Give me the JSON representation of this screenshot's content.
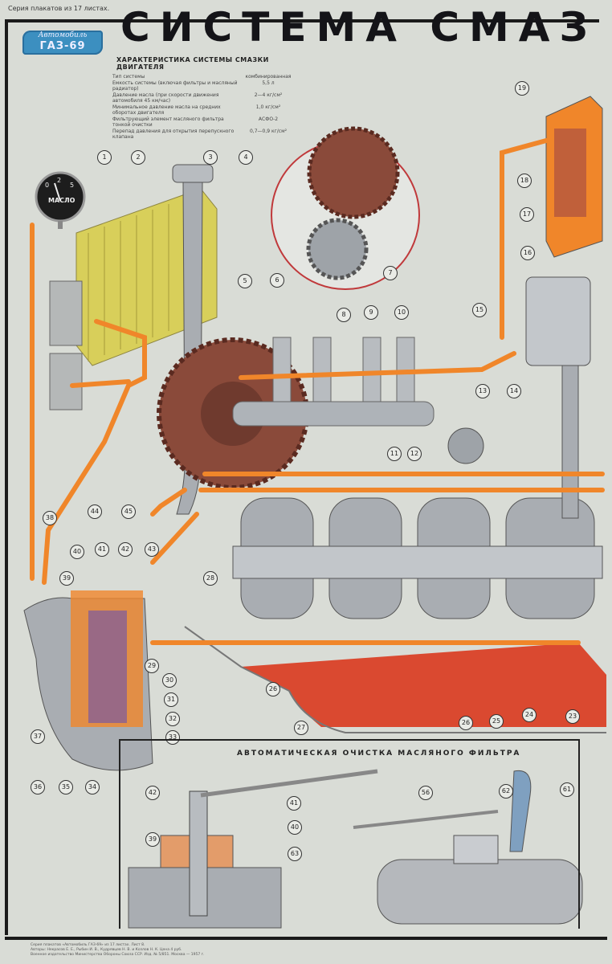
{
  "header": {
    "series": "Серия плакатов из 17 листах.",
    "title": "СИСТЕМА СМАЗ",
    "badge_script": "Автомобиль",
    "badge_model": "ГАЗ-69"
  },
  "specs": {
    "title": "ХАРАКТЕРИСТИКА СИСТЕМЫ СМАЗКИ ДВИГАТЕЛЯ",
    "rows": [
      {
        "label": "Тип системы",
        "value": "комбинированная"
      },
      {
        "label": "Емкость системы (включая фильтры и масляный радиатор)",
        "value": "5,5 л"
      },
      {
        "label": "Давление масла (при скорости движения автомобиля 45 км/час)",
        "value": "2—4 кг/см²"
      },
      {
        "label": "Минимальное давление масла на средних оборотах двигателя",
        "value": "1,0 кг/см²"
      },
      {
        "label": "Фильтрующий элемент масляного фильтра тонкой очистки",
        "value": "АСФО-2"
      },
      {
        "label": "Перепад давления для открытия перепускного клапана",
        "value": "0,7—0,9 кг/см²"
      }
    ]
  },
  "gauge": {
    "label": "МАСЛО",
    "ticks": [
      "0",
      "2",
      "5"
    ]
  },
  "callouts": [
    "1",
    "2",
    "3",
    "4",
    "5",
    "6",
    "7",
    "8",
    "9",
    "10",
    "11",
    "12",
    "13",
    "14",
    "15",
    "16",
    "17",
    "18",
    "19",
    "23",
    "24",
    "25",
    "26",
    "26",
    "27",
    "28",
    "29",
    "30",
    "31",
    "32",
    "33",
    "34",
    "35",
    "36",
    "37",
    "38",
    "39",
    "40",
    "41",
    "42",
    "43",
    "44",
    "45"
  ],
  "inset": {
    "title": "АВТОМАТИЧЕСКАЯ ОЧИСТКА МАСЛЯНОГО ФИЛЬТРА",
    "callouts": [
      "42",
      "41",
      "40",
      "39",
      "63",
      "56",
      "62",
      "61"
    ]
  },
  "footer": {
    "line1": "Серия плакатов «Автомобиль ГАЗ-69» из 17 листах. Лист 8.",
    "line2": "Авторы: Некрасов Е. Е., Рыбин И. В., Кудрявцев Н. В. и Козлов Н. К.     Цена 4 руб.",
    "line3": "Военное издательство Министерства Обороны Союза ССР. Изд. № 5/851. Москва — 1957 г."
  },
  "colors": {
    "oil": "#f0862a",
    "sump": "#d9381e",
    "radiator": "#d8cf5a",
    "gear": "#8a4a3a",
    "steel": "#a9adb2",
    "badge": "#3c8fc0"
  }
}
